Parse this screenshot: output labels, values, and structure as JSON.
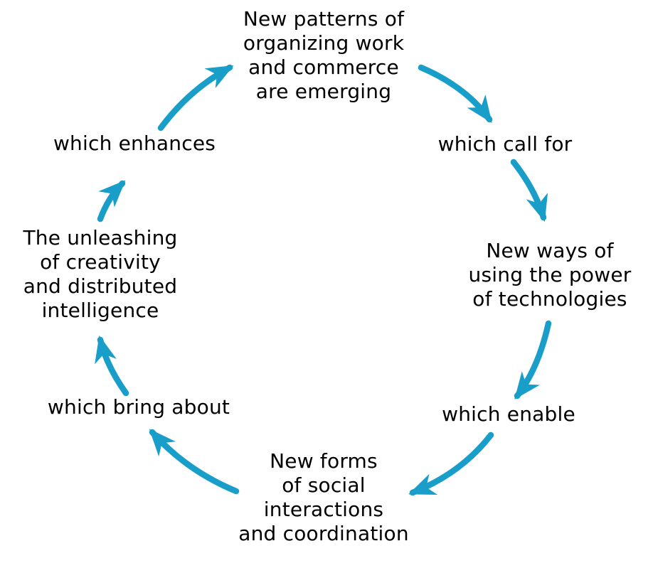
{
  "diagram_title": "",
  "colors": {
    "arrow": "#189EC8",
    "text": "#000000",
    "background": "#FFFFFF"
  },
  "nodes": {
    "top": {
      "lines": [
        "New patterns of",
        "organizing work",
        "and commerce",
        "are emerging"
      ]
    },
    "right": {
      "lines": [
        "New ways of",
        "using the power",
        "of technologies"
      ]
    },
    "bottom": {
      "lines": [
        "New forms",
        "of social",
        "interactions",
        "and coordination"
      ]
    },
    "left": {
      "lines": [
        "The unleashing",
        "of creativity",
        "and distributed",
        "intelligence"
      ]
    }
  },
  "labels": {
    "call_for": "which call for",
    "enable": "which enable",
    "bring_about": "which bring about",
    "enhances": "which enhances"
  }
}
